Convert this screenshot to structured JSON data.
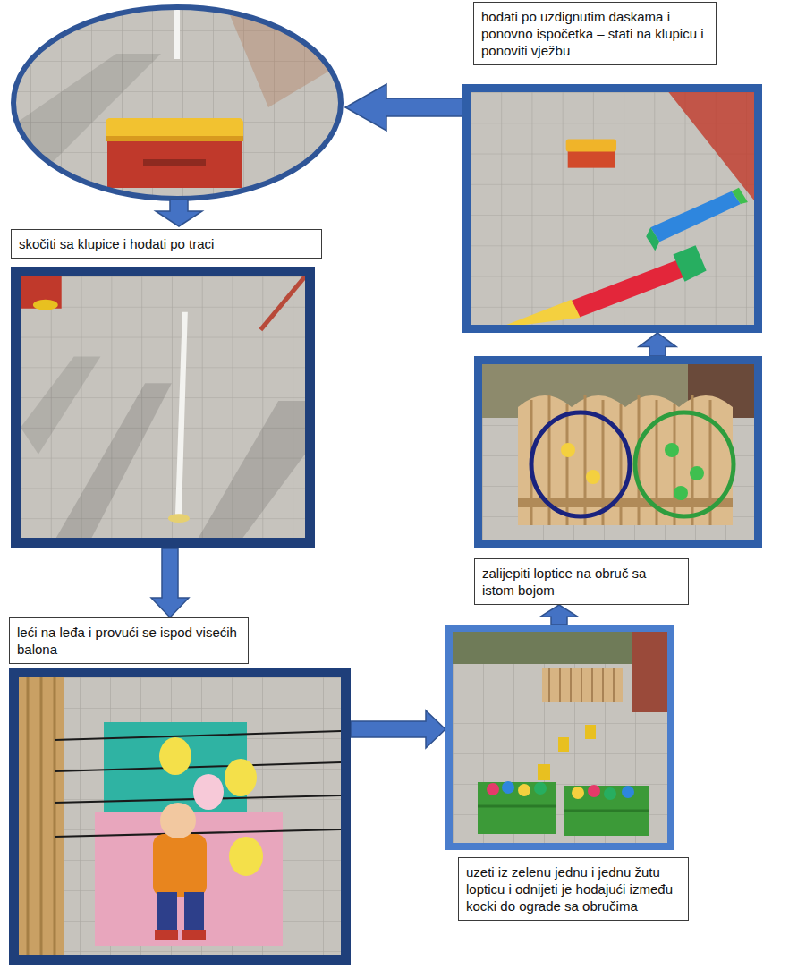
{
  "diagram": {
    "nodes": [
      {
        "text": [
          "skočiti sa klupice i hodati po traci"
        ]
      },
      {
        "text": [
          "leći na leđa i provući se ispod visećih balona"
        ]
      },
      {
        "text": [
          "uzeti iz zelenu jednu i jednu žutu lopticu i odnijeti je hodajući između kocki do ograde sa obručima"
        ]
      },
      {
        "text": [
          "zalijepiti loptice na obruč sa istom bojom"
        ]
      },
      {
        "text": [
          "hodati po uzdignutim daskama i ponovno ispočetka – stati na klupicu i ponoviti vježbu"
        ]
      }
    ],
    "edges": [
      {
        "from": 0,
        "to": 1,
        "arrow": "to"
      },
      {
        "from": 1,
        "to": 2,
        "arrow": "to"
      },
      {
        "from": 2,
        "to": 3,
        "arrow": "to"
      },
      {
        "from": 3,
        "to": 4,
        "arrow": "to"
      }
    ]
  }
}
